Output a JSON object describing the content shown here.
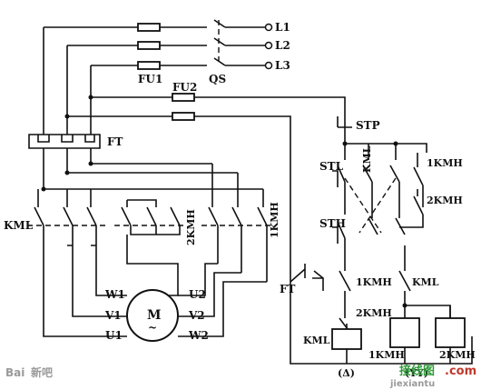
{
  "labels": {
    "L1": "L1",
    "L2": "L2",
    "L3": "L3",
    "FU1": "FU1",
    "QS": "QS",
    "FU2": "FU2",
    "FT_top": "FT",
    "KML_left": "KML",
    "KMH2_vert": "2KMH",
    "KMH1_vert": "1KMH",
    "W1": "W1",
    "V1": "V1",
    "U1": "U1",
    "U2": "U2",
    "V2": "V2",
    "W2": "W2",
    "motor": "M",
    "motor_sub": "~",
    "FT_ctrl": "FT",
    "STP": "STP",
    "STL": "STL",
    "STH": "STH",
    "KML_vert_ctrl": "KML",
    "KMH1_c1": "1KMH",
    "KMH2_c1": "2KMH",
    "KMH1_c2": "1KMH",
    "KML_c2": "KML",
    "KMH2_c3": "2KMH",
    "KML_coil": "KML",
    "KMH1_coil": "1KMH",
    "KMH2_coil": "2KMH",
    "delta": "(Δ)",
    "yy": "(YY)"
  },
  "watermark": {
    "baidu": "Bai",
    "baidu2": "新吧",
    "site_green": "接线图",
    "site_red": ".com",
    "site_sub": "jiexiantu"
  }
}
